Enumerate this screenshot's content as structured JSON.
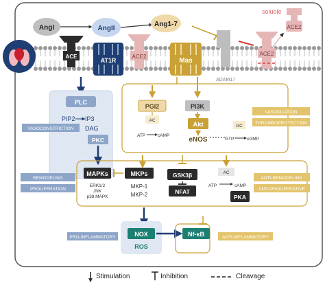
{
  "ligands": {
    "angI": "AngI",
    "angII": "AngII",
    "ang17": "Ang1-7",
    "soluble": "soluble",
    "ace2_soluble": "ACE2"
  },
  "membrane": {
    "ace": "ACE",
    "at1r": "AT1R",
    "ace2": "ACE2",
    "mas": "Mas",
    "adam17": "ADAM17",
    "ace2_cleaved": "ACE2"
  },
  "at1r_path": {
    "plc": "PLC",
    "pip2": "PIP2",
    "ip3": "IP3",
    "dag": "DAG",
    "pkc": "PKC",
    "vasoconstriction": "VASOCONSTRICTION"
  },
  "mas_path": {
    "pgi2": "PGI2",
    "pi3k": "PI3K",
    "ac": "AC",
    "atp": "ATP",
    "camp": "cAMP",
    "akt": "Akt",
    "enos": "eNOS",
    "gc": "GC",
    "gtp": "GTP",
    "cgmp": "cGMP",
    "vasodilation": "VASODILATION",
    "thromboprotection": "THROMBOPROTECTION"
  },
  "kinases": {
    "mapks": "MAPKs",
    "erk": "ERK1/2",
    "jnk": "JNK",
    "p38": "p38 MAPK",
    "mkps": "MKPs",
    "mkp1": "MKP-1",
    "mkp2": "MKP-2",
    "gsk": "GSK3β",
    "nfat": "NFAT",
    "ac": "AC",
    "atp": "ATP",
    "camp": "cAMP",
    "pka": "PKA",
    "remodeling": "REMODELING",
    "proliferation": "PROLIFERATION",
    "anti_remodeling": "ANTI-REMODELING",
    "anti_proliferative": "ANTI-PROLIFERATIVE"
  },
  "inflammation": {
    "nox": "NOX",
    "ros": "ROS",
    "nfkb": "Nf-κB",
    "pro_inflammatory": "PRO-INFLAMMATORY",
    "anti_inflammatory": "ANTI-INFLAMMATORY"
  },
  "legend": {
    "stimulation": "Stimulation",
    "inhibition": "Inhibition",
    "cleavage": "Cleavage"
  },
  "colors": {
    "navy": "#1f3e73",
    "blue_light": "#dfe7f3",
    "blue_tag": "#8da5c8",
    "gold": "#c9a135",
    "gold_tag": "#e3c46c",
    "pink": "#e6b6b6",
    "grey": "#7f7f7f",
    "dark": "#2b2b2b",
    "teal": "#1b7f73"
  }
}
